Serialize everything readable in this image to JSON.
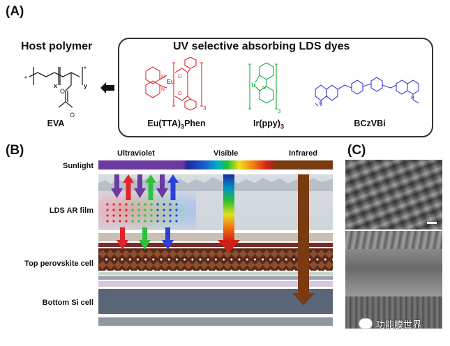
{
  "panels": {
    "a": "(A)",
    "b": "(B)",
    "c": "(C)"
  },
  "panel_a": {
    "host_title": "Host polymer",
    "dyes_title": "UV selective absorbing LDS dyes",
    "host": {
      "name": "EVA",
      "sub_x": "x",
      "sub_y": "y"
    },
    "dyes": [
      {
        "name": "Eu(TTA)",
        "sub": "3",
        "suffix": "Phen",
        "color": "#e0262a",
        "atom": "Eu",
        "bracket_sub": "3"
      },
      {
        "name": "Ir(ppy)",
        "sub": "3",
        "suffix": "",
        "color": "#1aa83a",
        "atom": "Ir",
        "bracket_sub": "3"
      },
      {
        "name": "BCzVBi",
        "sub": "",
        "suffix": "",
        "color": "#3a3ad6"
      }
    ]
  },
  "panel_b": {
    "spectrum_labels": {
      "uv": "Ultraviolet",
      "vis": "Visible",
      "ir": "Infrared"
    },
    "rows": {
      "sunlight": "Sunlight",
      "film": "LDS AR film",
      "top": "Top perovskite cell",
      "bottom": "Bottom Si cell"
    },
    "colors": {
      "uv": "#6a3aa0",
      "red": "#e0242a",
      "green": "#2ec040",
      "blue": "#2a40d8",
      "ir": "#7a3a12"
    }
  },
  "watermark": {
    "text": "功能膜世界"
  }
}
